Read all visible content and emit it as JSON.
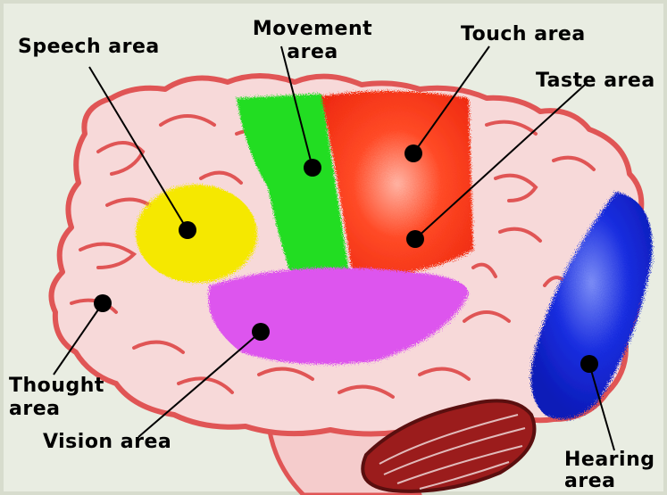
{
  "labels": {
    "speech": {
      "line1": "Speech area"
    },
    "movement": {
      "line1": "Movement",
      "line2": "area"
    },
    "touch": {
      "line1": "Touch area"
    },
    "taste": {
      "line1": "Taste area"
    },
    "thought": {
      "line1": "Thought",
      "line2": "area"
    },
    "vision": {
      "line1": "Vision area"
    },
    "hearing": {
      "line1": "Hearing",
      "line2": "area"
    }
  },
  "colors": {
    "background": "#e9ede2",
    "brain_fill": "#f7d9d9",
    "brain_outline": "#e05555",
    "speech_area": "#f5e800",
    "movement_area": "#22dd22",
    "touch_taste_area": "#ff3b1f",
    "vision_area": "#dd55ee",
    "hearing_area": "#1a2ee0",
    "cerebellum": "#9b1c1c",
    "brainstem": "#f5cccc"
  }
}
